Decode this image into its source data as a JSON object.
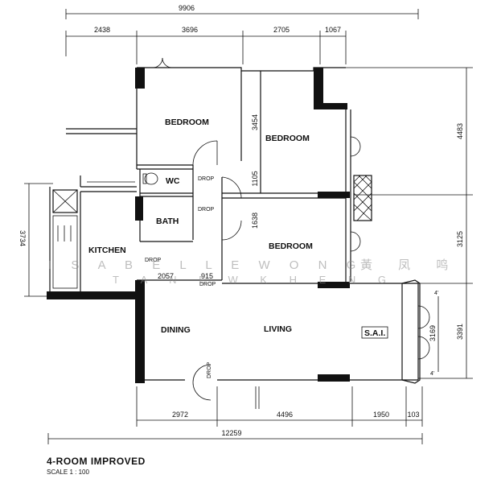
{
  "title": "4-ROOM IMPROVED",
  "scale": "SCALE 1 : 100",
  "rooms": {
    "bedroom1": "BEDROOM",
    "bedroom2": "BEDROOM",
    "bedroom3": "BEDROOM",
    "wc": "WC",
    "bath": "BATH",
    "kitchen": "KITCHEN",
    "dining": "DINING",
    "living": "LIVING",
    "sai": "S.A.I."
  },
  "drop_label": "DROP",
  "dimensions": {
    "overall_top": "9906",
    "top_1": "2438",
    "top_2": "3696",
    "top_3": "2705",
    "top_4": "1067",
    "overall_bottom": "12259",
    "bottom_1": "2972",
    "bottom_2": "4496",
    "bottom_3": "1950",
    "bottom_4": "103",
    "right_1": "4483",
    "right_2": "3125",
    "right_3": "3391",
    "bay_height": "3169",
    "bay_left": "4'",
    "bay_right": "4'",
    "left": "3734",
    "mid_1": "2057",
    "mid_2": "915",
    "bed_1": "3454",
    "bed_2": "1105",
    "bed_3": "1638"
  },
  "watermark": {
    "line1": "I S A B E L L E   W O N G",
    "line1_cn": "黃 凤 鸣",
    "line2": "T A N   E W   K H E N G"
  }
}
